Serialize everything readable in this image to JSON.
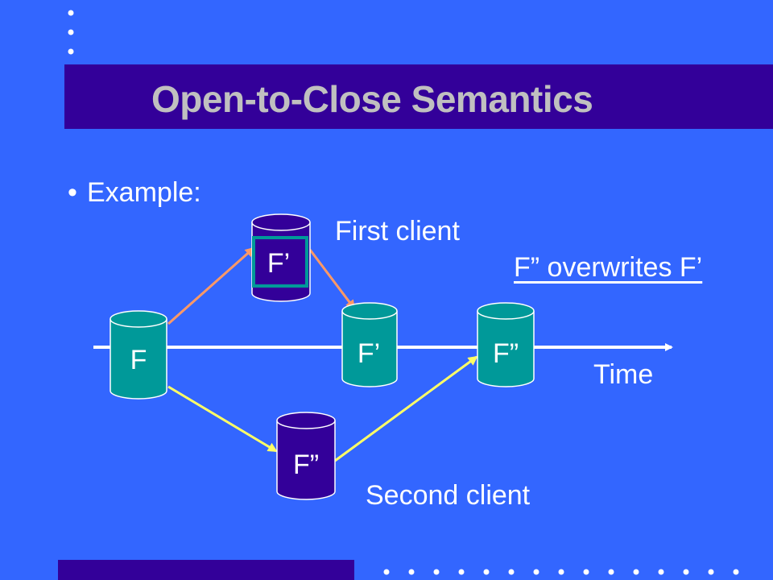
{
  "slide": {
    "title": "Open-to-Close Semantics",
    "bullet": "•",
    "bullet_text": "Example:"
  },
  "diagram": {
    "first_client_label": "First client",
    "second_client_label": "Second client",
    "overwrite_note": "F” overwrites F’",
    "axis_label": "Time",
    "nodes": {
      "original": "F",
      "first_copy": "F’",
      "first_result": "F’",
      "second_copy": "F”",
      "second_result": "F”"
    }
  },
  "colors": {
    "background": "#3366ff",
    "bar": "#330099",
    "title_text": "#c0c0c0",
    "teal": "#009999",
    "purple": "#330099",
    "orange_arrow": "#ff9966",
    "yellow_arrow": "#ffff66"
  }
}
